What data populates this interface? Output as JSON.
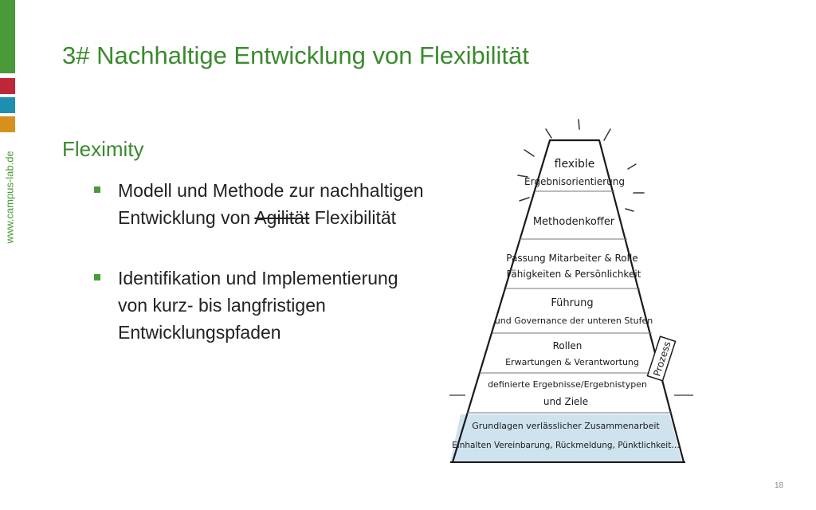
{
  "sidebar": {
    "url": "www.campus-lab.de",
    "colors": [
      "#4a9a3a",
      "#c0263a",
      "#1e8fb0",
      "#d8901c"
    ]
  },
  "slide": {
    "title": "3# Nachhaltige Entwicklung von Flexibilität",
    "subtitle": "Fleximity",
    "bullets": [
      {
        "line1": "Modell und Methode zur nachhaltigen",
        "line2_before": "Entwicklung von ",
        "line2_struck": "Agilität",
        "line2_after": " Flexibilität"
      },
      {
        "line1": "Identifikation und Implementierung",
        "line2": "von kurz- bis langfristigen",
        "line3": "Entwicklungspfaden"
      }
    ],
    "page_number": "18"
  },
  "pyramid": {
    "levels": [
      [
        "flexible",
        "Ergebnisorientierung"
      ],
      [
        "Methodenkoffer"
      ],
      [
        "Passung Mitarbeiter & Rolle",
        "Fähigkeiten & Persönlichkeit"
      ],
      [
        "Führung",
        "und Governance der unteren Stufen"
      ],
      [
        "Rollen",
        "Erwartungen & Verantwortung"
      ],
      [
        "definierte Ergebnisse/Ergebnistypen",
        "und Ziele"
      ],
      [
        "Grundlagen verlässlicher Zusammenarbeit",
        "Einhalten Vereinbarung, Rückmeldung, Pünktlichkeit…"
      ]
    ],
    "side_label": "Prozess",
    "base_color": "#cfe3ee"
  }
}
